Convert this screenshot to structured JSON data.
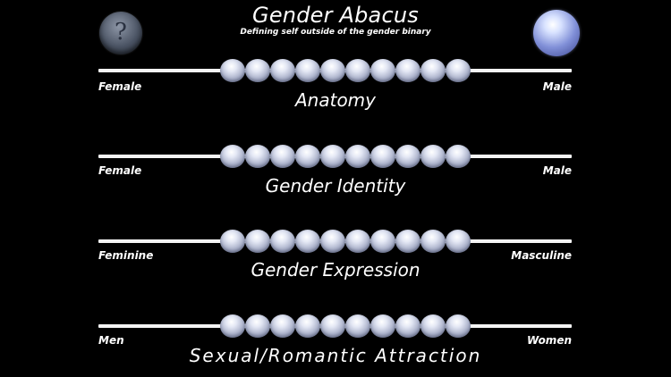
{
  "header": {
    "title": "Gender Abacus",
    "subtitle": "Defining self outside of the gender binary",
    "help_icon": "?"
  },
  "rows": [
    {
      "left_label": "Female",
      "right_label": "Male",
      "name": "Anatomy"
    },
    {
      "left_label": "Female",
      "right_label": "Male",
      "name": "Gender Identity"
    },
    {
      "left_label": "Feminine",
      "right_label": "Masculine",
      "name": "Gender Expression"
    },
    {
      "left_label": "Men",
      "right_label": "Women",
      "name": "Sexual/Romantic Attraction"
    }
  ],
  "bead_count": 10,
  "colors": {
    "background": "#000000",
    "rail": "#f4f4f4",
    "bead": "#c7cce0",
    "text": "#ffffff"
  }
}
